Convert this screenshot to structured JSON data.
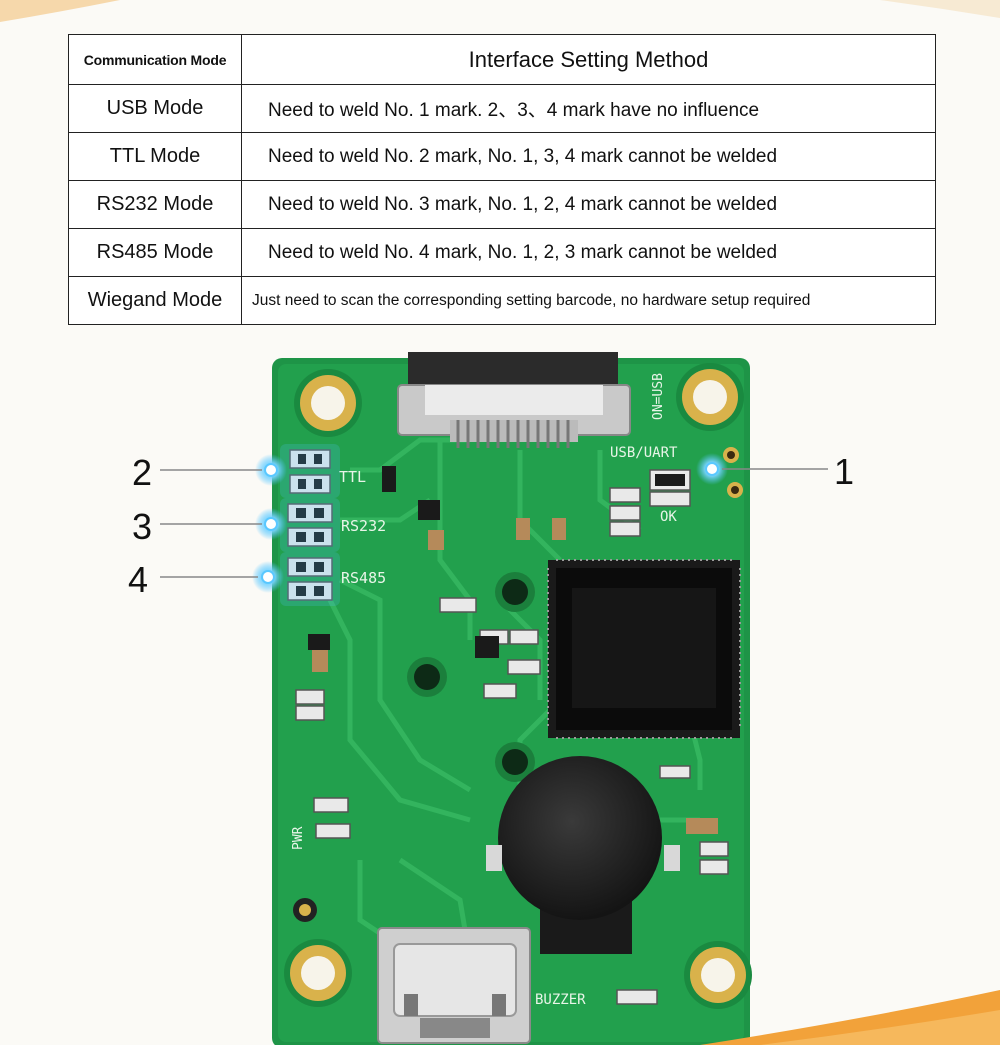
{
  "table": {
    "header": {
      "mode": "Communication Mode",
      "method": "Interface Setting Method"
    },
    "rows": [
      {
        "mode": "USB Mode",
        "method": "Need to weld No. 1 mark. 2、3、4 mark have no influence"
      },
      {
        "mode": "TTL Mode",
        "method": "Need to weld No. 2 mark, No. 1, 3, 4 mark cannot be welded"
      },
      {
        "mode": "RS232 Mode",
        "method": "Need to weld No. 3 mark, No. 1, 2, 4 mark cannot be welded"
      },
      {
        "mode": "RS485 Mode",
        "method": "Need to weld No. 4 mark, No. 1, 2, 3 mark cannot be welded"
      },
      {
        "mode": "Wiegand Mode",
        "method": "Just need to scan the corresponding setting barcode, no hardware setup required"
      }
    ]
  },
  "callouts": {
    "n1": "1",
    "n2": "2",
    "n3": "3",
    "n4": "4"
  },
  "silkscreen": {
    "ttl": "TTL",
    "rs232": "RS232",
    "rs485": "RS485",
    "usb_uart": "USB/UART",
    "on_usb": "ON=USB",
    "ok": "OK",
    "pwr": "PWR",
    "buzzer": "BUZZER"
  },
  "colors": {
    "pcb": "#1f9a4a",
    "trace": "#34b45c",
    "gold": "#d8b24a",
    "glow": "#4fc3ff",
    "accent_orange": "#f2a23a"
  }
}
